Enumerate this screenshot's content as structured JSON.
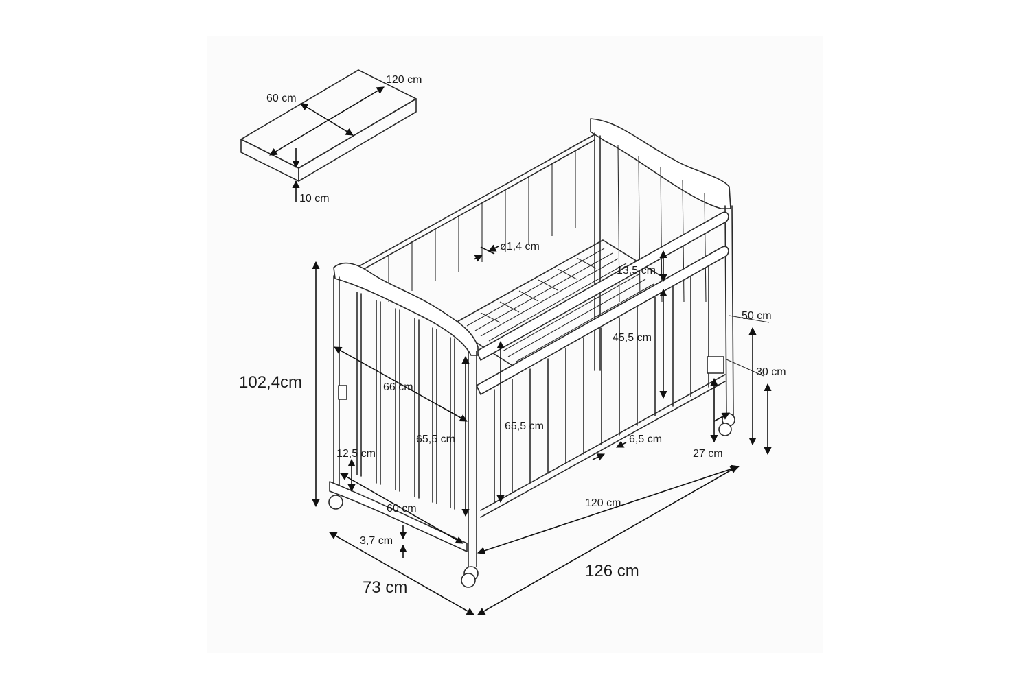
{
  "colors": {
    "background": "#ffffff",
    "panel": "#fbfbfb",
    "line": "#2a2a2a",
    "mattress": "#f1f1f1"
  },
  "mattress": {
    "length": "120 cm",
    "width": "60 cm",
    "thickness": "10 cm"
  },
  "crib": {
    "slat_diameter": "ø1,4 cm",
    "rail_gap": "13,5 cm",
    "inner_height": "45,5 cm",
    "end_width": "66 cm",
    "bed_base_height_front": "65,5 cm",
    "bed_base_height_end": "65,5 cm",
    "slat_spacing": "6,5 cm",
    "side_top_height": "50 cm",
    "side_lower_height": "30 cm",
    "base_clearance": "27 cm",
    "leg_height": "12,5 cm",
    "base_width": "60 cm",
    "inner_length": "120 cm",
    "runner_height": "3,7 cm",
    "total_height": "102,4cm",
    "total_length": "126 cm",
    "total_depth": "73 cm"
  }
}
